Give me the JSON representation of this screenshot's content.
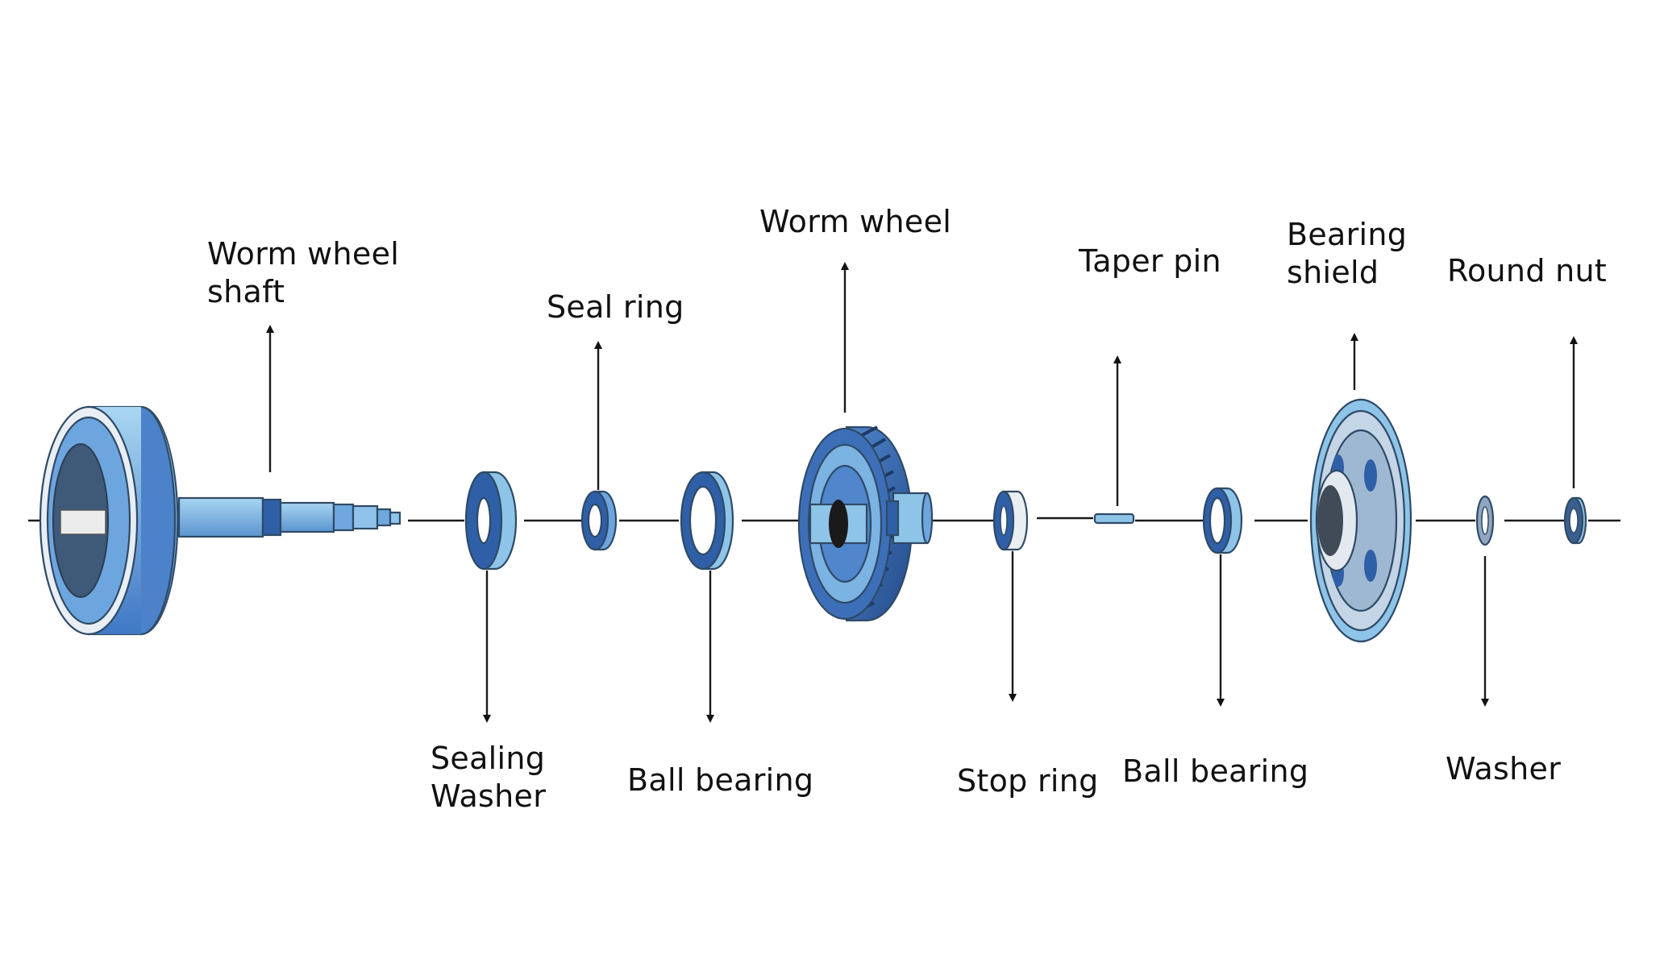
{
  "labels": {
    "worm_wheel_shaft": "Worm wheel\nshaft",
    "seal_ring": "Seal ring",
    "worm_wheel": "Worm wheel",
    "taper_pin": "Taper pin",
    "bearing_shield": "Bearing\nshield",
    "round_nut": "Round nut",
    "sealing_washer": "Sealing\nWasher",
    "ball_bearing_1": "Ball bearing",
    "stop_ring": "Stop ring",
    "ball_bearing_2": "Ball bearing",
    "washer": "Washer"
  },
  "colors": {
    "light_blue": "#8ec4e8",
    "mid_blue": "#5a8fd0",
    "dark_blue": "#2f5fa6",
    "deep_blue": "#24467e",
    "grey_center": "#4a5563",
    "outline": "#2f4a66"
  }
}
